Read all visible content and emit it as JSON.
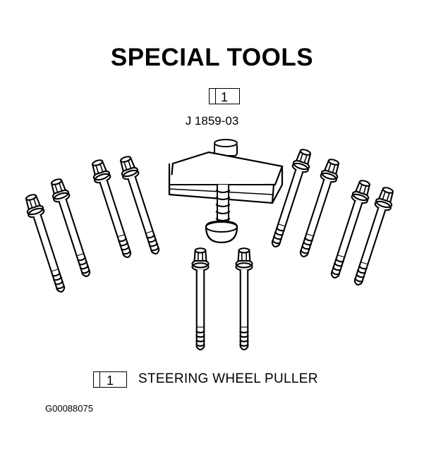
{
  "header": {
    "title": "SPECIAL TOOLS"
  },
  "callout": {
    "number": "1",
    "part_number": "J 1859-03"
  },
  "legend": {
    "number": "1",
    "label": "STEERING WHEEL PULLER"
  },
  "figure": {
    "id": "G00088075"
  },
  "illustration": {
    "subject": "steering-wheel-puller",
    "bolt_count": 10
  }
}
